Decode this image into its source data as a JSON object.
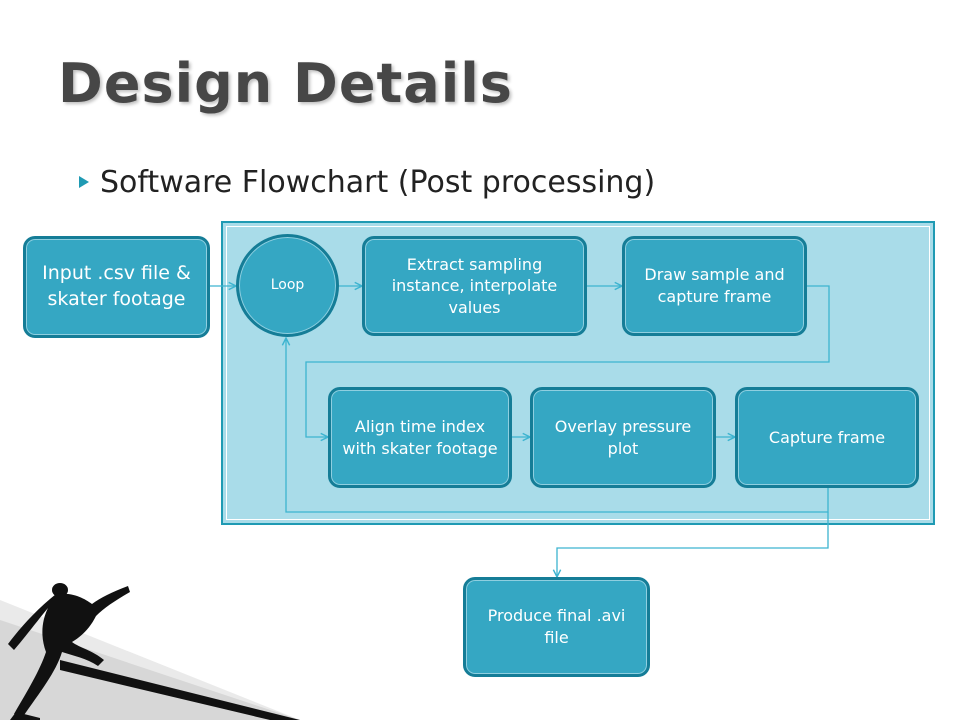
{
  "title": "Design Details",
  "bullet": "Software Flowchart (Post processing)",
  "nodes": {
    "input": "Input .csv file & skater footage",
    "loop": "Loop",
    "extract": "Extract sampling instance, interpolate values",
    "draw": "Draw sample and capture frame",
    "align": "Align time index with skater footage",
    "overlay": "Overlay pressure plot",
    "capture": "Capture frame",
    "produce": "Produce final .avi file"
  },
  "colors": {
    "node_fill": "#35a7c3",
    "node_border": "#157d97",
    "panel_fill": "#a9dce9",
    "connector": "#3db4d0",
    "title": "#474747"
  }
}
